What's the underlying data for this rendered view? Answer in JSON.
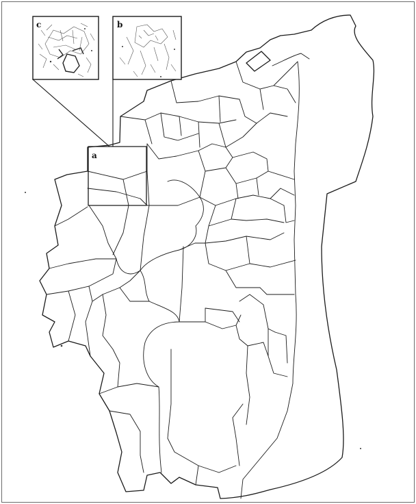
{
  "figure": {
    "panels": [
      {
        "id": "a",
        "label": "a"
      },
      {
        "id": "b",
        "label": "b"
      },
      {
        "id": "c",
        "label": "c"
      }
    ],
    "colors": {
      "outline": "#1a1a1a",
      "background": "#ffffff",
      "frame": "#6a6a6a"
    }
  }
}
